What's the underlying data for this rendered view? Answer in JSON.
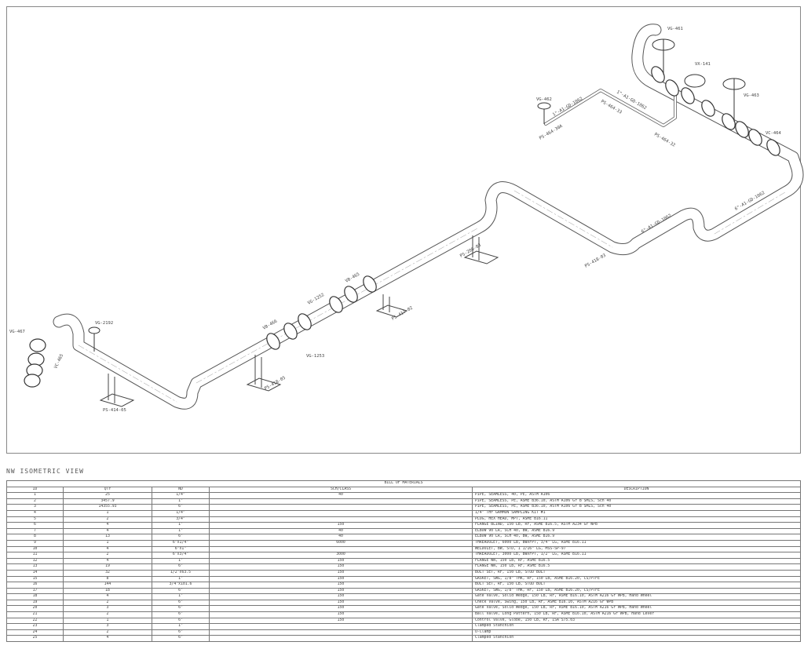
{
  "drawing": {
    "labels": {
      "vg461": "VG-461",
      "vx141": "VX-141",
      "vg463": "VG-463",
      "vc464": "VC-464",
      "vg462": "VG-462",
      "line1a": "1\"-A1-GD-1062",
      "line1b": "1\"-A1-GD-1062",
      "ps46433": "PS-464-33",
      "ps46432": "PS-464-32",
      "ps46430a": "PS-464-30A",
      "line6a": "6\"-A1-GD-1062",
      "line6b": "6\"-A1-GD-1062",
      "ps418": "PS-418-03",
      "ps200": "PS-200-03",
      "vb465": "VB-465",
      "vg1252": "VG-1252",
      "vb466": "VB-466",
      "vg1253": "VG-1253",
      "ps417": "PS-417-02",
      "ps418b": "PS-418-05",
      "vg467": "VG-467",
      "vc465": "VC-465",
      "vg2192": "VG-2192",
      "ps414": "PS-414-05"
    }
  },
  "view_title": "NW ISOMETRIC VIEW",
  "bom": {
    "title": "BILL OF MATERIALS",
    "headers": [
      "ID",
      "QTY",
      "ND",
      "SCH/CLASS",
      "DESCRIPTION"
    ],
    "rows": [
      [
        "1",
        "25",
        "1/4\"",
        "40",
        "PIPE, SEAMLESS, 40, PE, ASTM A106"
      ],
      [
        "2",
        "3457.9",
        "1\"",
        "",
        "PIPE, SEAMLESS, PE, ASME B36.10, ASTM A106 Gr B SMLS, Sch 40"
      ],
      [
        "3",
        "14355.93",
        "6\"",
        "",
        "PIPE, SEAMLESS, PE, ASME B36.10, ASTM A106 Gr B SMLS, Sch 40"
      ],
      [
        "4",
        "1",
        "1/4\"",
        "",
        "1/4\" THF GAMMON SAMPLING KIT #1"
      ],
      [
        "5",
        "2",
        "3/4\"",
        "",
        "PLUG, HEX HEAD, MPT, ASME B16.11"
      ],
      [
        "6",
        "4",
        "1\"",
        "150",
        "FLANGE BLIND, 150 LB, RF, ASME B16.5, ASTM A234 Gr WPB"
      ],
      [
        "7",
        "4",
        "1\"",
        "40",
        "ELBOW 90 LR, SCH 40, BW, ASME B16.9"
      ],
      [
        "8",
        "13",
        "6\"",
        "40",
        "ELBOW 90 LR, SCH 40, BW, ASME B16.9"
      ],
      [
        "9",
        "1",
        "6\"x1/4\"",
        "6000",
        "THREADOLET, 6000 LB, BWXFPT, 3/4\" LG, ASME B16.11"
      ],
      [
        "10",
        "4",
        "6\"x1\"",
        "",
        "WELDOLET, BW, STD, 1 1/16\" LG, MSS-SP-97"
      ],
      [
        "11",
        "2",
        "6\"x3/4\"",
        "3000",
        "THREADOLET, 3000 LB, BWXFPT, 1/2\" LG, ASME B16.11"
      ],
      [
        "12",
        "4",
        "1\"",
        "150",
        "FLANGE WN, 150 LB, RF, ASME B16.5"
      ],
      [
        "13",
        "19",
        "6\"",
        "150",
        "FLANGE WN, 150 LB, RF, ASME B16.5"
      ],
      [
        "14",
        "32",
        "1/2\"x63.5",
        "150",
        "BOLT SET, RF, 150 LB, STUD BOLT"
      ],
      [
        "15",
        "8",
        "1\"",
        "150",
        "GASKET, SWG, 1/8\" THK, RF, 150 LB, ASME B16.20, CS/PTFE"
      ],
      [
        "16",
        "144",
        "3/4\"x101.6",
        "150",
        "BOLT SET, RF, 150 LB, STUD BOLT"
      ],
      [
        "17",
        "18",
        "6\"",
        "150",
        "GASKET, SWG, 1/8\" THK, RF, 150 LB, ASME B16.20, CS/PTFE"
      ],
      [
        "18",
        "4",
        "1\"",
        "150",
        "Gate Valve, Solid Wedge, 150 LB, RF, ASME B16.10, ASTM A216 Gr WPB, Hand Wheel"
      ],
      [
        "19",
        "2",
        "6\"",
        "150",
        "Check Valve, Swing, 150 LB, RF, ASME B16.10, ASTM A216 Gr WPB"
      ],
      [
        "20",
        "3",
        "6\"",
        "150",
        "Gate Valve, Solid Wedge, 150 LB, RF, ASME B16.10, ASTM A216 Gr WPB, Hand Wheel"
      ],
      [
        "21",
        "2",
        "6\"",
        "150",
        "Ball Valve, Long Pattern, 150 LB, RF, ASME B16.10, ASTM A216 Gr WPB, Hand Lever"
      ],
      [
        "22",
        "1",
        "6\"",
        "150",
        "Control Valve, Globe, 150 LB, RF, ISA S75.03"
      ],
      [
        "23",
        "3",
        "1\"",
        "",
        "Clamped Stanchion"
      ],
      [
        "24",
        "2",
        "6\"",
        "",
        "U-Clamp"
      ],
      [
        "25",
        "4",
        "6\"",
        "",
        "Clamped Stanchion"
      ]
    ]
  }
}
